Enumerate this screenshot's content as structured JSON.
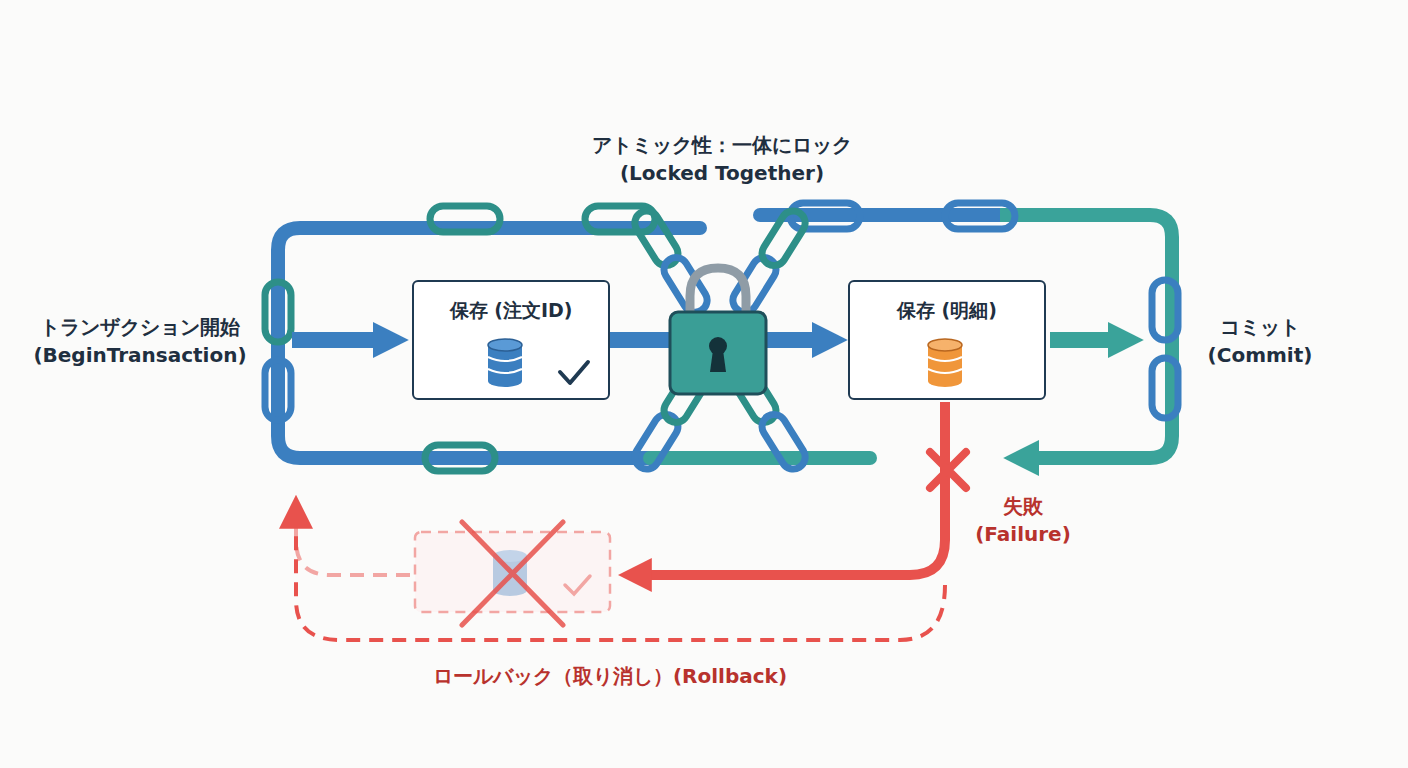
{
  "diagram": {
    "nodes": [
      {
        "text": [
          "保存 (注文ID)"
        ]
      },
      {
        "text": [
          "保存 (明細)"
        ]
      }
    ],
    "edges": [
      {
        "from": 0,
        "to": 1,
        "arrow": "to"
      }
    ],
    "labels": [
      "アトミック性：一体にロック (Locked Together)",
      "トランザクション開始 (BeginTransaction)",
      "コミット (Commit)",
      "失敗 (Failure)",
      "ロールバック（取り消し）(Rollback)"
    ]
  }
}
